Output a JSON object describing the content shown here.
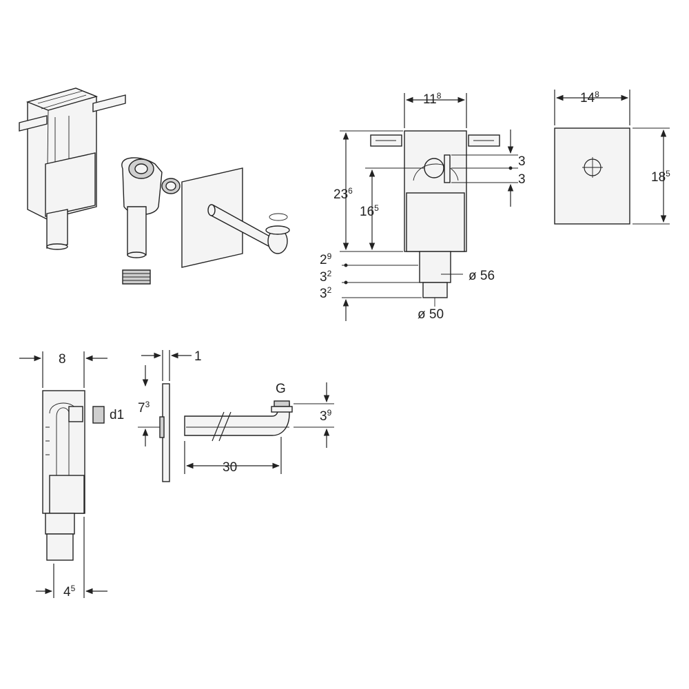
{
  "dimensions": {
    "front_width": {
      "main": "11",
      "sup": "8"
    },
    "cover_width": {
      "main": "14",
      "sup": "8"
    },
    "cover_height": {
      "main": "18",
      "sup": "5"
    },
    "total_height": {
      "main": "23",
      "sup": "6"
    },
    "inlet_height": {
      "main": "16",
      "sup": "5"
    },
    "offset_top": "3",
    "offset_bottom": "3",
    "outlet_step1": {
      "main": "2",
      "sup": "9"
    },
    "outlet_step2": {
      "main": "3",
      "sup": "2"
    },
    "outlet_step3": {
      "main": "3",
      "sup": "2"
    },
    "diameter_56": "ø 56",
    "diameter_50": "ø 50",
    "side_depth": "8",
    "outlet_offset": {
      "main": "4",
      "sup": "5"
    },
    "connector": "d1",
    "plate_thickness": "1",
    "plate_height": {
      "main": "7",
      "sup": "3"
    },
    "thread": "G",
    "elbow_height": {
      "main": "3",
      "sup": "9"
    },
    "pipe_length": "30"
  }
}
